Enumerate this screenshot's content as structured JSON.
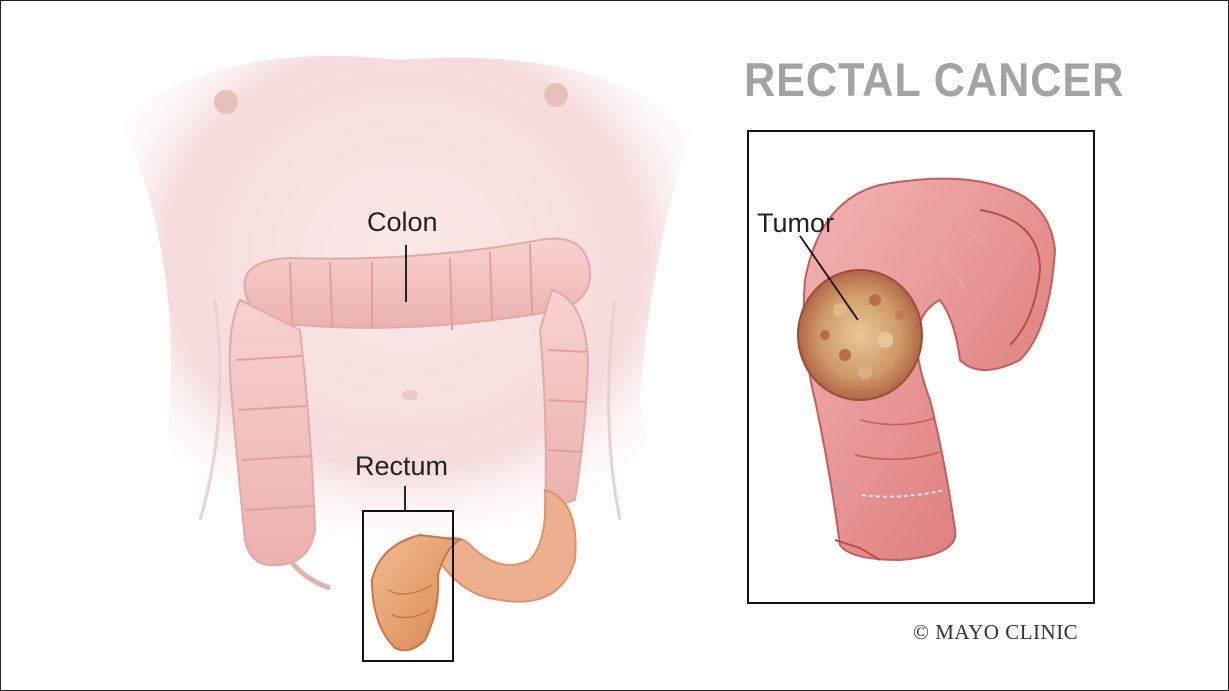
{
  "figure": {
    "title": "RECTAL CANCER",
    "labels": {
      "colon": "Colon",
      "rectum": "Rectum",
      "tumor": "Tumor"
    },
    "credit": "© MAYO CLINIC"
  },
  "colors": {
    "title": "#a3a3a3",
    "skin": "#f6dede",
    "colon": "#f2c1c0",
    "rectum": "#e59a6e",
    "inset_tissue": "#e58a8a",
    "tumor": "#c98a5a",
    "frame": "#222222"
  }
}
